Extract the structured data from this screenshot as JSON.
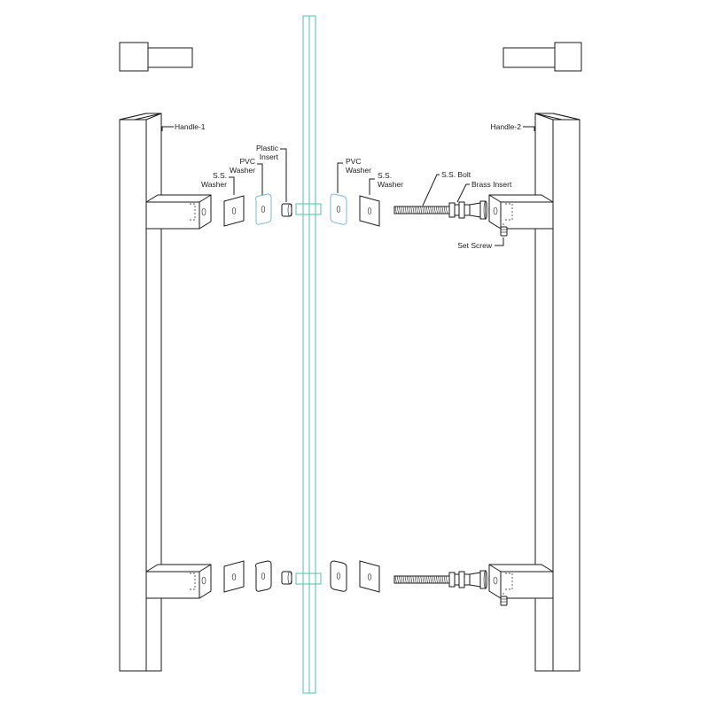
{
  "labels": {
    "handle_1": "Handle-1",
    "handle_2": "Handle-2",
    "plastic_insert": [
      "Plastic",
      "Insert"
    ],
    "pvc_washer_left": [
      "PVC",
      "Washer"
    ],
    "ss_washer_left": [
      "S.S.",
      "Washer"
    ],
    "pvc_washer_right": [
      "PVC",
      "Washer"
    ],
    "ss_washer_right": [
      "S.S.",
      "Washer"
    ],
    "ss_bolt": "S.S. Bolt",
    "brass_insert": "Brass Insert",
    "set_screw": "Set Screw"
  },
  "colors": {
    "line": "#1a1a1a",
    "glass": "#4fc3a8",
    "pvc": "#7fb7d6"
  }
}
